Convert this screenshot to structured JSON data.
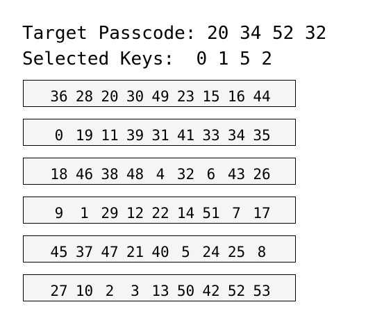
{
  "header": {
    "target_label": "Target Passcode:",
    "target_value": "20 34 52 32",
    "selected_label": "Selected Keys:",
    "selected_value": "0 1 5 2"
  },
  "key_rows": [
    [
      "36",
      "28",
      "20",
      "30",
      "49",
      "23",
      "15",
      "16",
      "44"
    ],
    [
      "0",
      "19",
      "11",
      "39",
      "31",
      "41",
      "33",
      "34",
      "35"
    ],
    [
      "18",
      "46",
      "38",
      "48",
      "4",
      "32",
      "6",
      "43",
      "26"
    ],
    [
      "9",
      "1",
      "29",
      "12",
      "22",
      "14",
      "51",
      "7",
      "17"
    ],
    [
      "45",
      "37",
      "47",
      "21",
      "40",
      "5",
      "24",
      "25",
      "8"
    ],
    [
      "27",
      "10",
      "2",
      "3",
      "13",
      "50",
      "42",
      "52",
      "53"
    ]
  ],
  "colors": {
    "row_background": "#f5f5f5",
    "border": "#000000",
    "text": "#000000"
  }
}
